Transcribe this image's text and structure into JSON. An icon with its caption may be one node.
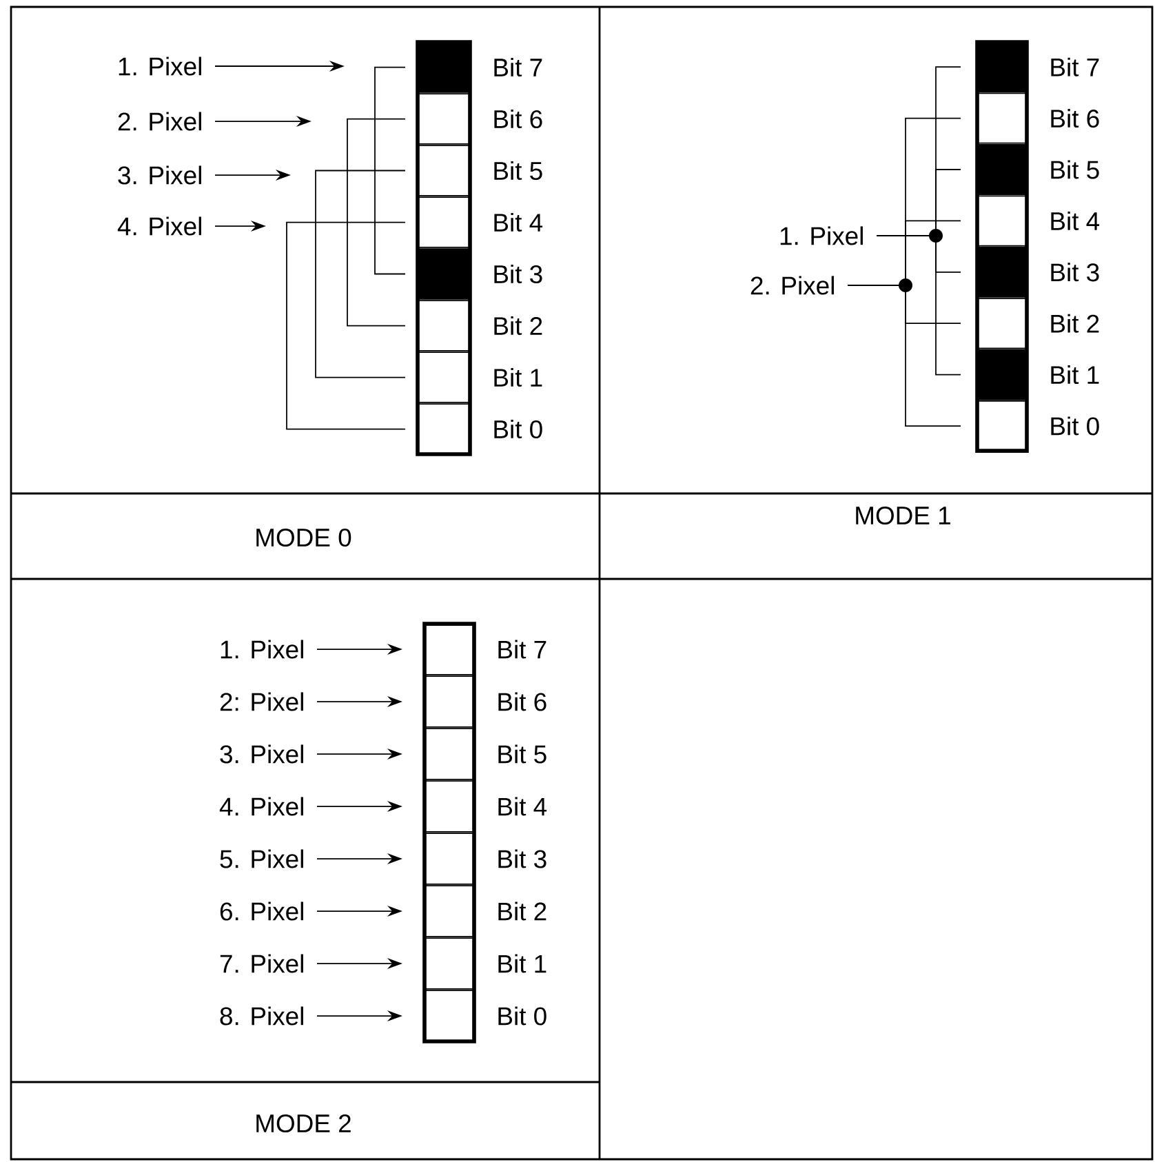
{
  "diagram": {
    "nodes": [
      {
        "text": [
          "1. Pixel"
        ]
      },
      {
        "text": [
          "2. Pixel"
        ]
      },
      {
        "text": [
          "3. Pixel"
        ]
      },
      {
        "text": [
          "4. Pixel"
        ]
      },
      {
        "text": [],
        "shape": "box",
        "beside": [
          "Bit 7"
        ]
      },
      {
        "text": [],
        "shape": "box",
        "beside": [
          "Bit 6"
        ]
      },
      {
        "text": [],
        "shape": "box",
        "beside": [
          "Bit 5"
        ]
      },
      {
        "text": [],
        "shape": "box",
        "beside": [
          "Bit 4"
        ]
      },
      {
        "text": [],
        "shape": "box",
        "beside": [
          "Bit 3"
        ]
      },
      {
        "text": [],
        "shape": "box",
        "beside": [
          "Bit 2"
        ]
      },
      {
        "text": [],
        "shape": "box",
        "beside": [
          "Bit 1"
        ]
      },
      {
        "text": [],
        "shape": "box",
        "beside": [
          "Bit 0"
        ]
      },
      {
        "text": [
          "1. Pixel"
        ]
      },
      {
        "text": [
          "2. Pixel"
        ]
      },
      {
        "text": [],
        "shape": "box",
        "beside": [
          "Bit 7"
        ]
      },
      {
        "text": [],
        "shape": "box",
        "beside": [
          "Bit 6"
        ]
      },
      {
        "text": [],
        "shape": "box",
        "beside": [
          "Bit 5"
        ]
      },
      {
        "text": [],
        "shape": "box",
        "beside": [
          "Bit 4"
        ]
      },
      {
        "text": [],
        "shape": "box",
        "beside": [
          "Bit 3"
        ]
      },
      {
        "text": [],
        "shape": "box",
        "beside": [
          "Bit 2"
        ]
      },
      {
        "text": [],
        "shape": "box",
        "beside": [
          "Bit 1"
        ]
      },
      {
        "text": [],
        "shape": "box",
        "beside": [
          "Bit 0"
        ]
      },
      {
        "text": [
          "1. Pixel"
        ]
      },
      {
        "text": [
          "2: Pixel"
        ]
      },
      {
        "text": [
          "3. Pixel"
        ]
      },
      {
        "text": [
          "4. Pixel"
        ]
      },
      {
        "text": [
          "5. Pixel"
        ]
      },
      {
        "text": [
          "6. Pixel"
        ]
      },
      {
        "text": [
          "7. Pixel"
        ]
      },
      {
        "text": [
          "8. Pixel"
        ]
      },
      {
        "text": [],
        "shape": "box",
        "beside": [
          "Bit 7"
        ]
      },
      {
        "text": [],
        "shape": "box",
        "beside": [
          "Bit 6"
        ]
      },
      {
        "text": [],
        "shape": "box",
        "beside": [
          "Bit 5"
        ]
      },
      {
        "text": [],
        "shape": "box",
        "beside": [
          "Bit 4"
        ]
      },
      {
        "text": [],
        "shape": "box",
        "beside": [
          "Bit 3"
        ]
      },
      {
        "text": [],
        "shape": "box",
        "beside": [
          "Bit 2"
        ]
      },
      {
        "text": [],
        "shape": "box",
        "beside": [
          "Bit 1"
        ]
      },
      {
        "text": [],
        "shape": "box",
        "beside": [
          "Bit 0"
        ]
      }
    ],
    "edges": [
      {
        "from": 0,
        "to": null,
        "arrow": "to"
      },
      {
        "from": 1,
        "to": null,
        "arrow": "to"
      },
      {
        "from": 2,
        "to": null,
        "arrow": "to"
      },
      {
        "from": 3,
        "to": null,
        "arrow": "to"
      },
      {
        "from": 4,
        "to": 8,
        "arrow": "none"
      },
      {
        "from": 5,
        "to": 9,
        "arrow": "none"
      },
      {
        "from": 6,
        "to": 10,
        "arrow": "none"
      },
      {
        "from": 7,
        "to": 11,
        "arrow": "none"
      },
      {
        "from": 12,
        "to": 14,
        "arrow": "none"
      },
      {
        "from": 12,
        "to": 16,
        "arrow": "none"
      },
      {
        "from": 12,
        "to": 18,
        "arrow": "none"
      },
      {
        "from": 12,
        "to": 20,
        "arrow": "none"
      },
      {
        "from": 13,
        "to": 15,
        "arrow": "none"
      },
      {
        "from": 13,
        "to": 17,
        "arrow": "none"
      },
      {
        "from": 13,
        "to": 19,
        "arrow": "none"
      },
      {
        "from": 13,
        "to": 21,
        "arrow": "none"
      },
      {
        "from": 22,
        "to": 30,
        "arrow": "to"
      },
      {
        "from": 23,
        "to": 31,
        "arrow": "to"
      },
      {
        "from": 24,
        "to": 32,
        "arrow": "to"
      },
      {
        "from": 25,
        "to": 33,
        "arrow": "to"
      },
      {
        "from": 26,
        "to": 34,
        "arrow": "to"
      },
      {
        "from": 27,
        "to": 35,
        "arrow": "to"
      },
      {
        "from": 28,
        "to": 36,
        "arrow": "to"
      },
      {
        "from": 29,
        "to": 37,
        "arrow": "to"
      }
    ],
    "labels": [
      "MODE 0",
      "MODE 1",
      "MODE 2"
    ]
  }
}
